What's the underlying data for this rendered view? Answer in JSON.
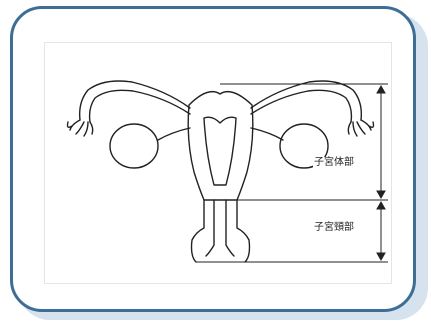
{
  "labels": {
    "uterine_body": "子宮体部",
    "cervix": "子宮頸部"
  },
  "colors": {
    "frame_border": "#3e6e96",
    "frame_shadow": "#d6e3ef",
    "line": "#222222"
  },
  "icons": [
    "double-arrow-icon",
    "uterus-illustration"
  ]
}
